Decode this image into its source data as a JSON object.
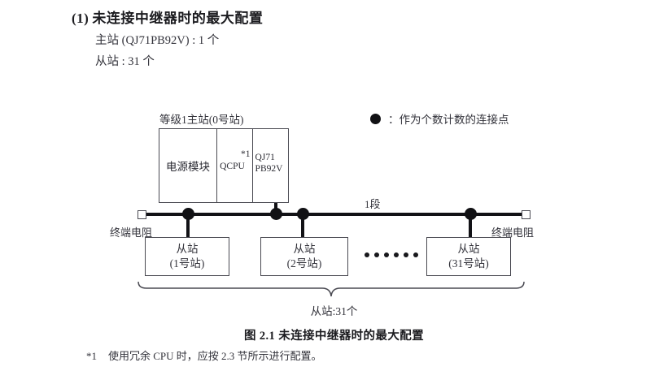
{
  "heading": {
    "number": "(1)",
    "title": "未连接中继器时的最大配置",
    "spec_master": "主站 (QJ71PB92V) : 1 个",
    "spec_slave": "从站 : 31 个"
  },
  "legend": {
    "marker": "dot-marker",
    "separator": "：",
    "text": "作为个数计数的连接点"
  },
  "diagram": {
    "master": {
      "label": "等级1主站(0号站)",
      "cells": [
        {
          "name": "power-module",
          "text": "电源模块"
        },
        {
          "name": "qcpu",
          "text": "QCPU",
          "footnote_ref": "*1"
        },
        {
          "name": "pb92v",
          "line1": "QJ71",
          "line2": "PB92V"
        }
      ]
    },
    "bus": {
      "segment_label": "1段",
      "terminator_left": "终端电阻",
      "terminator_right": "终端电阻"
    },
    "slaves": [
      {
        "title": "从站",
        "station": "(1号站)"
      },
      {
        "title": "从站",
        "station": "(2号站)"
      },
      {
        "title": "从站",
        "station": "(31号站)"
      }
    ],
    "ellipsis_dot_count": 6,
    "brace_total": "从站:31个"
  },
  "caption": "图 2.1  未连接中继器时的最大配置",
  "footnote": {
    "mark": "*1",
    "text": "使用冗余 CPU 时，应按 2.3 节所示进行配置。"
  },
  "colors": {
    "line": "#4a4a52",
    "bus": "#121216",
    "text": "#33333b",
    "background": "#ffffff"
  }
}
